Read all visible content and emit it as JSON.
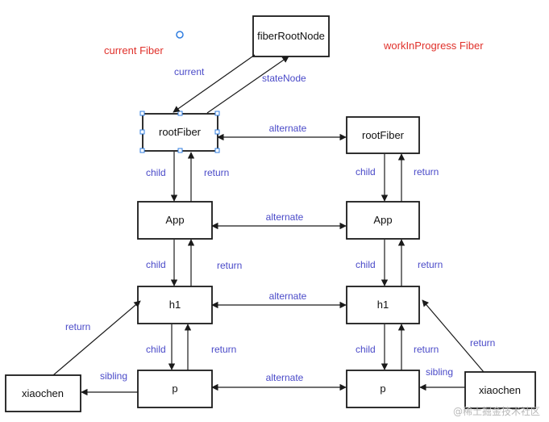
{
  "headings": {
    "current": "current Fiber",
    "work_in_progress": "workInProgress Fiber"
  },
  "nodes": {
    "fiber_root_node": "fiberRootNode",
    "left_root_fiber": "rootFiber",
    "right_root_fiber": "rootFiber",
    "left_app": "App",
    "right_app": "App",
    "left_h1": "h1",
    "right_h1": "h1",
    "left_p": "p",
    "right_p": "p",
    "left_xiaochen": "xiaochen",
    "right_xiaochen": "xiaochen"
  },
  "edge_labels": {
    "current": "current",
    "state_node": "stateNode",
    "alternate_root": "alternate",
    "alternate_app": "alternate",
    "alternate_h1": "alternate",
    "alternate_p": "alternate",
    "left_child_root": "child",
    "left_return_root": "return",
    "left_child_app": "child",
    "left_return_app": "return",
    "left_child_h1": "child",
    "left_return_h1": "return",
    "left_return_xiaochen": "return",
    "left_sibling": "sibling",
    "right_child_root": "child",
    "right_return_root": "return",
    "right_child_app": "child",
    "right_return_app": "return",
    "right_child_h1": "child",
    "right_return_h1": "return",
    "right_return_xiaochen": "return",
    "right_sibling": "sibling"
  },
  "watermark": "@稀土掘金技术社区",
  "colors": {
    "edge_label": "#4a4ac8",
    "heading": "#e0302a",
    "selection_handle": "#2f7de0"
  }
}
